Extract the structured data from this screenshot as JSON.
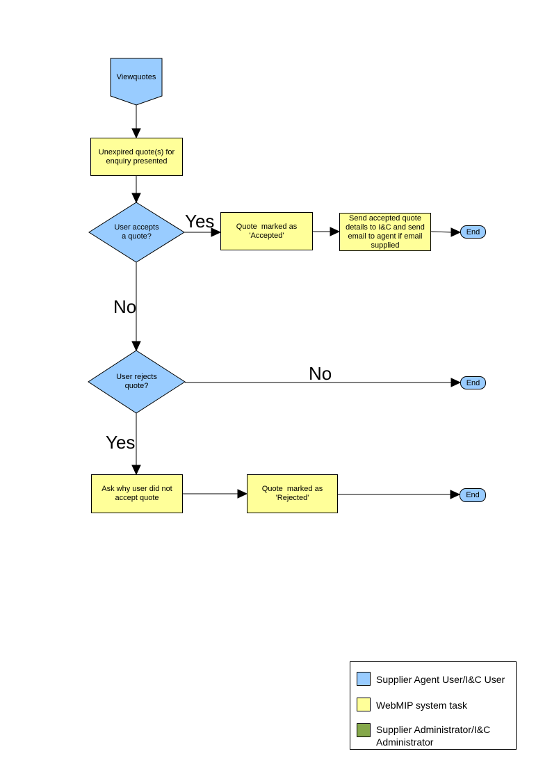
{
  "diagram": {
    "start_label": "Viewquotes",
    "process_steps": {
      "unexpired": "Unexpired quote(s) for\nenquiry presented",
      "accepted": "Quote  marked as\n'Accepted'",
      "send_details": "Send accepted quote\ndetails to I&C and send\nemail to agent if email\nsupplied",
      "ask_why": "Ask why user did not\naccept quote",
      "rejected": "Quote  marked as\n'Rejected'"
    },
    "decisions": {
      "accepts": "User accepts\na quote?",
      "rejects": "User rejects\nquote?"
    },
    "edge_labels": {
      "accept_yes": "Yes",
      "accept_no": "No",
      "reject_no": "No",
      "reject_yes": "Yes"
    },
    "end_label": "End",
    "colors": {
      "actor_user": "#99CCFF",
      "system_task": "#FFFF99",
      "admin": "#85A84A",
      "line": "#000000"
    }
  },
  "legend": {
    "items": [
      {
        "name": "supplier-agent-user",
        "color": "#99CCFF",
        "label": "Supplier Agent User/I&C User"
      },
      {
        "name": "webmip-system-task",
        "color": "#FFFF99",
        "label": "WebMIP system task"
      },
      {
        "name": "supplier-administrator",
        "color": "#85A84A",
        "label": "Supplier Administrator/I&C\nAdministrator"
      }
    ]
  }
}
